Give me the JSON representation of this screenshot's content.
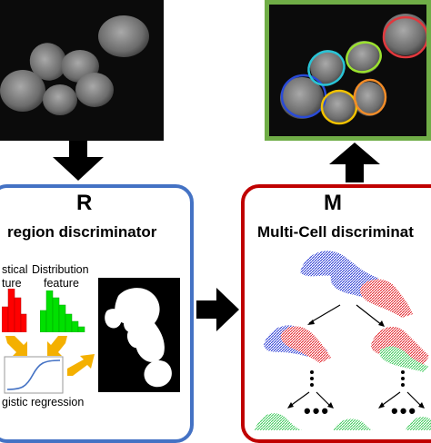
{
  "r_panel": {
    "letter": "R",
    "title": "region discriminator",
    "statistical_label_1": "stical",
    "statistical_label_2": "ture",
    "distribution_label_1": "Distribution",
    "distribution_label_2": "feature",
    "regression_label": "gistic regression",
    "color": "#4472c4"
  },
  "m_panel": {
    "letter": "M",
    "title": "Multi-Cell discriminat",
    "dots_left": "•••",
    "dots_right": "•••",
    "color": "#c00000"
  },
  "output_frame_color": "#70ad47",
  "histogram_red_color": "#ff0000",
  "histogram_green_color": "#00e000",
  "arrow_orange_color": "#f4b000",
  "contour_colors": [
    "#2a4bd7",
    "#29c4d6",
    "#9be22e",
    "#e0393e",
    "#f2c200",
    "#f28c28"
  ]
}
